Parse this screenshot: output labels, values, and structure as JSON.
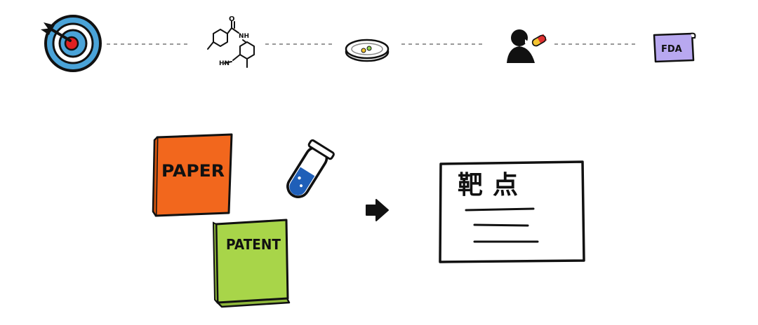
{
  "pipeline": {
    "steps": [
      {
        "icon": "target-icon"
      },
      {
        "icon": "molecule-icon",
        "labels": [
          "NH",
          "HN"
        ]
      },
      {
        "icon": "petri-dish-icon"
      },
      {
        "icon": "patient-pill-icon"
      },
      {
        "icon": "fda-document-icon",
        "label": "FDA"
      }
    ]
  },
  "sources": {
    "paper_label": "PAPER",
    "patent_label": "PATENT"
  },
  "result": {
    "card_title": "靶点"
  },
  "colors": {
    "paper": "#f2671d",
    "patent": "#a8d549",
    "target_blue": "#4aa3d8",
    "target_red": "#e02020",
    "tube_liquid": "#1f5fb8",
    "fda_purple": "#b8a8f0",
    "pill_yellow": "#f4c430",
    "pill_red": "#e03030"
  }
}
